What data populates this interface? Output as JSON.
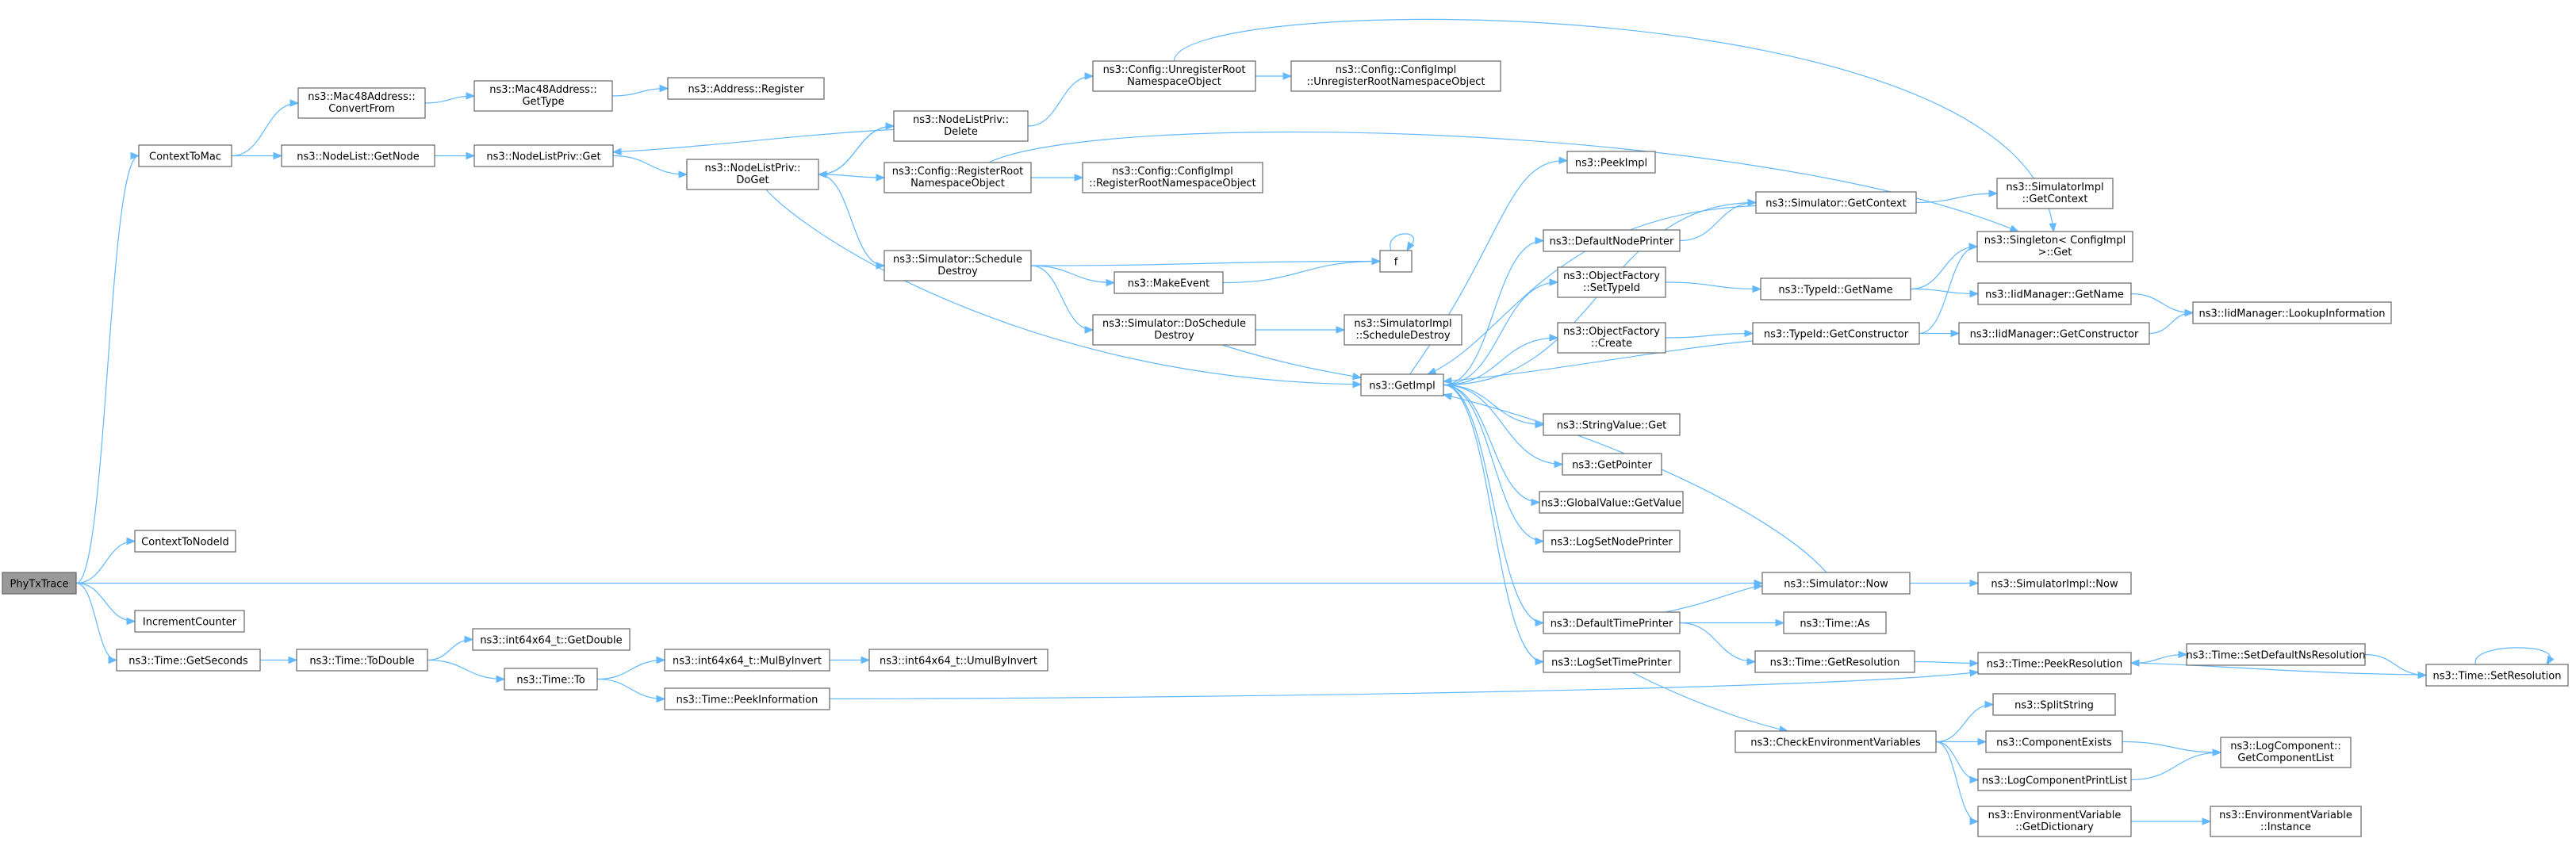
{
  "graph": {
    "root": "PhyTxTrace",
    "nodes": [
      {
        "id": "phytx",
        "label": [
          "PhyTxTrace"
        ],
        "root": true
      },
      {
        "id": "ctxmac",
        "label": [
          "ContextToMac"
        ]
      },
      {
        "id": "ctxnode",
        "label": [
          "ContextToNodeId"
        ]
      },
      {
        "id": "incr",
        "label": [
          "IncrementCounter"
        ]
      },
      {
        "id": "getsec",
        "label": [
          "ns3::Time::GetSeconds"
        ]
      },
      {
        "id": "convfrom",
        "label": [
          "ns3::Mac48Address::",
          "ConvertFrom"
        ]
      },
      {
        "id": "nlgetnode",
        "label": [
          "ns3::NodeList::GetNode"
        ]
      },
      {
        "id": "gettype",
        "label": [
          "ns3::Mac48Address::",
          "GetType"
        ]
      },
      {
        "id": "addrreg",
        "label": [
          "ns3::Address::Register"
        ]
      },
      {
        "id": "nlpget",
        "label": [
          "ns3::NodeListPriv::Get"
        ]
      },
      {
        "id": "nlpdoget",
        "label": [
          "ns3::NodeListPriv::",
          "DoGet"
        ]
      },
      {
        "id": "nlpdelete",
        "label": [
          "ns3::NodeListPriv::",
          "Delete"
        ]
      },
      {
        "id": "cfgunreg",
        "label": [
          "ns3::Config::UnregisterRoot",
          "NamespaceObject"
        ]
      },
      {
        "id": "cfgimplunreg",
        "label": [
          "ns3::Config::ConfigImpl",
          "::UnregisterRootNamespaceObject"
        ]
      },
      {
        "id": "cfgreg",
        "label": [
          "ns3::Config::RegisterRoot",
          "NamespaceObject"
        ]
      },
      {
        "id": "cfgimplreg",
        "label": [
          "ns3::Config::ConfigImpl",
          "::RegisterRootNamespaceObject"
        ]
      },
      {
        "id": "simsched",
        "label": [
          "ns3::Simulator::Schedule",
          "Destroy"
        ]
      },
      {
        "id": "makeevent",
        "label": [
          "ns3::MakeEvent"
        ]
      },
      {
        "id": "f",
        "label": [
          "f"
        ]
      },
      {
        "id": "simdosched",
        "label": [
          "ns3::Simulator::DoSchedule",
          "Destroy"
        ]
      },
      {
        "id": "simimplsched",
        "label": [
          "ns3::SimulatorImpl",
          "::ScheduleDestroy"
        ]
      },
      {
        "id": "getimpl",
        "label": [
          "ns3::GetImpl"
        ]
      },
      {
        "id": "peekimpl",
        "label": [
          "ns3::PeekImpl"
        ]
      },
      {
        "id": "defnodeprinter",
        "label": [
          "ns3::DefaultNodePrinter"
        ]
      },
      {
        "id": "objfactset",
        "label": [
          "ns3::ObjectFactory",
          "::SetTypeId"
        ]
      },
      {
        "id": "objfactcreate",
        "label": [
          "ns3::ObjectFactory",
          "::Create"
        ]
      },
      {
        "id": "strvalget",
        "label": [
          "ns3::StringValue::Get"
        ]
      },
      {
        "id": "getpointer",
        "label": [
          "ns3::GetPointer"
        ]
      },
      {
        "id": "globalvalget",
        "label": [
          "ns3::GlobalValue::GetValue"
        ]
      },
      {
        "id": "logsetnode",
        "label": [
          "ns3::LogSetNodePrinter"
        ]
      },
      {
        "id": "deftimeprinter",
        "label": [
          "ns3::DefaultTimePrinter"
        ]
      },
      {
        "id": "logsettime",
        "label": [
          "ns3::LogSetTimePrinter"
        ]
      },
      {
        "id": "simgetctx",
        "label": [
          "ns3::Simulator::GetContext"
        ]
      },
      {
        "id": "typeidname",
        "label": [
          "ns3::TypeId::GetName"
        ]
      },
      {
        "id": "typeidctor",
        "label": [
          "ns3::TypeId::GetConstructor"
        ]
      },
      {
        "id": "simnow",
        "label": [
          "ns3::Simulator::Now"
        ]
      },
      {
        "id": "timeas",
        "label": [
          "ns3::Time::As"
        ]
      },
      {
        "id": "timegetres",
        "label": [
          "ns3::Time::GetResolution"
        ]
      },
      {
        "id": "checkenv",
        "label": [
          "ns3::CheckEnvironmentVariables"
        ]
      },
      {
        "id": "simimplctx",
        "label": [
          "ns3::SimulatorImpl",
          "::GetContext"
        ]
      },
      {
        "id": "singleton",
        "label": [
          "ns3::Singleton< ConfigImpl",
          " >::Get"
        ]
      },
      {
        "id": "iidname",
        "label": [
          "ns3::IidManager::GetName"
        ]
      },
      {
        "id": "iidctor",
        "label": [
          "ns3::IidManager::GetConstructor"
        ]
      },
      {
        "id": "iidlookup",
        "label": [
          "ns3::IidManager::LookupInformation"
        ]
      },
      {
        "id": "simimplnow",
        "label": [
          "ns3::SimulatorImpl::Now"
        ]
      },
      {
        "id": "timepeekres",
        "label": [
          "ns3::Time::PeekResolution"
        ]
      },
      {
        "id": "timesetdef",
        "label": [
          "ns3::Time::SetDefaultNsResolution"
        ]
      },
      {
        "id": "timesetres",
        "label": [
          "ns3::Time::SetResolution"
        ]
      },
      {
        "id": "splitstring",
        "label": [
          "ns3::SplitString"
        ]
      },
      {
        "id": "compexists",
        "label": [
          "ns3::ComponentExists"
        ]
      },
      {
        "id": "logcompprint",
        "label": [
          "ns3::LogComponentPrintList"
        ]
      },
      {
        "id": "envvargetdict",
        "label": [
          "ns3::EnvironmentVariable",
          "::GetDictionary"
        ]
      },
      {
        "id": "logcompget",
        "label": [
          "ns3::LogComponent::",
          "GetComponentList"
        ]
      },
      {
        "id": "envvarinst",
        "label": [
          "ns3::EnvironmentVariable",
          "::Instance"
        ]
      },
      {
        "id": "todouble",
        "label": [
          "ns3::Time::ToDouble"
        ]
      },
      {
        "id": "i64getdouble",
        "label": [
          "ns3::int64x64_t::GetDouble"
        ]
      },
      {
        "id": "timeto",
        "label": [
          "ns3::Time::To"
        ]
      },
      {
        "id": "i64mulbyinv",
        "label": [
          "ns3::int64x64_t::MulByInvert"
        ]
      },
      {
        "id": "i64umulbyinv",
        "label": [
          "ns3::int64x64_t::UmulByInvert"
        ]
      },
      {
        "id": "timepeekinfo",
        "label": [
          "ns3::Time::PeekInformation"
        ]
      }
    ],
    "edges": [
      [
        "phytx",
        "ctxmac"
      ],
      [
        "phytx",
        "ctxnode"
      ],
      [
        "phytx",
        "incr"
      ],
      [
        "phytx",
        "getsec"
      ],
      [
        "phytx",
        "simnow"
      ],
      [
        "ctxmac",
        "convfrom"
      ],
      [
        "ctxmac",
        "nlgetnode"
      ],
      [
        "convfrom",
        "gettype"
      ],
      [
        "gettype",
        "addrreg"
      ],
      [
        "nlgetnode",
        "nlpget"
      ],
      [
        "nlpget",
        "nlpdoget"
      ],
      [
        "nlpdoget",
        "nlpdelete"
      ],
      [
        "nlpdoget",
        "cfgreg"
      ],
      [
        "nlpdoget",
        "simsched"
      ],
      [
        "nlpdoget",
        "getimpl"
      ],
      [
        "nlpdelete",
        "nlpget"
      ],
      [
        "nlpdelete",
        "nlpdoget"
      ],
      [
        "nlpdelete",
        "cfgunreg"
      ],
      [
        "cfgunreg",
        "cfgimplunreg"
      ],
      [
        "cfgunreg",
        "singleton"
      ],
      [
        "cfgreg",
        "cfgimplreg"
      ],
      [
        "cfgreg",
        "singleton"
      ],
      [
        "simsched",
        "makeevent"
      ],
      [
        "simsched",
        "f"
      ],
      [
        "simsched",
        "simdosched"
      ],
      [
        "makeevent",
        "f"
      ],
      [
        "f",
        "f"
      ],
      [
        "simdosched",
        "simimplsched"
      ],
      [
        "simdosched",
        "getimpl"
      ],
      [
        "getimpl",
        "peekimpl"
      ],
      [
        "getimpl",
        "defnodeprinter"
      ],
      [
        "getimpl",
        "objfactset"
      ],
      [
        "getimpl",
        "objfactcreate"
      ],
      [
        "getimpl",
        "strvalget"
      ],
      [
        "getimpl",
        "getpointer"
      ],
      [
        "getimpl",
        "globalvalget"
      ],
      [
        "getimpl",
        "logsetnode"
      ],
      [
        "getimpl",
        "deftimeprinter"
      ],
      [
        "getimpl",
        "logsettime"
      ],
      [
        "getimpl",
        "simgetctx"
      ],
      [
        "defnodeprinter",
        "simgetctx"
      ],
      [
        "simgetctx",
        "simimplctx"
      ],
      [
        "simgetctx",
        "getimpl"
      ],
      [
        "objfactset",
        "typeidname"
      ],
      [
        "typeidname",
        "singleton"
      ],
      [
        "typeidname",
        "iidname"
      ],
      [
        "objfactcreate",
        "typeidctor"
      ],
      [
        "typeidctor",
        "iidctor"
      ],
      [
        "typeidctor",
        "getimpl"
      ],
      [
        "typeidctor",
        "singleton"
      ],
      [
        "iidname",
        "iidlookup"
      ],
      [
        "iidctor",
        "iidlookup"
      ],
      [
        "deftimeprinter",
        "simnow"
      ],
      [
        "deftimeprinter",
        "timeas"
      ],
      [
        "deftimeprinter",
        "timegetres"
      ],
      [
        "simnow",
        "simimplnow"
      ],
      [
        "simnow",
        "getimpl"
      ],
      [
        "timegetres",
        "timepeekres"
      ],
      [
        "timepeekres",
        "timesetdef"
      ],
      [
        "timesetdef",
        "timesetres"
      ],
      [
        "timesetres",
        "timepeekres"
      ],
      [
        "timesetres",
        "timesetres"
      ],
      [
        "logsettime",
        "checkenv"
      ],
      [
        "checkenv",
        "splitstring"
      ],
      [
        "checkenv",
        "compexists"
      ],
      [
        "checkenv",
        "logcompprint"
      ],
      [
        "checkenv",
        "envvargetdict"
      ],
      [
        "compexists",
        "logcompget"
      ],
      [
        "logcompprint",
        "logcompget"
      ],
      [
        "envvargetdict",
        "envvarinst"
      ],
      [
        "getsec",
        "todouble"
      ],
      [
        "todouble",
        "i64getdouble"
      ],
      [
        "todouble",
        "timeto"
      ],
      [
        "timeto",
        "i64mulbyinv"
      ],
      [
        "timeto",
        "timepeekinfo"
      ],
      [
        "i64mulbyinv",
        "i64umulbyinv"
      ],
      [
        "timepeekinfo",
        "timepeekres"
      ]
    ]
  },
  "colors": {
    "edge": "#63b8ff",
    "node_border": "#666666",
    "node_fill": "#ffffff",
    "root_fill": "#999999",
    "text": "#000000"
  }
}
